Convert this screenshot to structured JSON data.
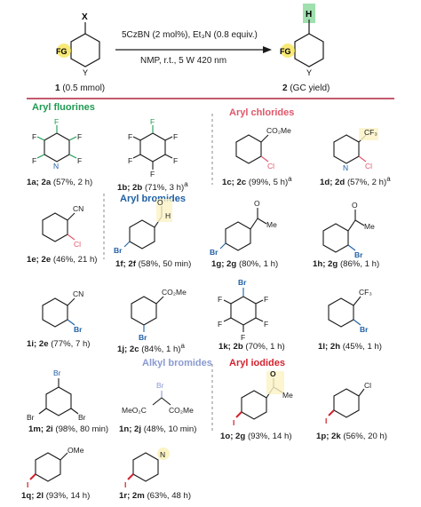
{
  "scheme": {
    "substituent_x": "X",
    "substituent_h": "H",
    "fg": "FG",
    "ring_y": "Y",
    "conditions_top": "5CzBN (2 mol%), Et₃N (0.8 equiv.)",
    "conditions_bottom": "NMP, r.t., 5 W 420 nm",
    "reactant_id": "1",
    "reactant_amount": "(0.5 mmol)",
    "product_id": "2",
    "product_yield": "(GC yield)"
  },
  "sections": {
    "aryl_fluorines": "Aryl fluorines",
    "aryl_chlorides": "Aryl chlorides",
    "aryl_bromides": "Aryl bromides",
    "alkyl_bromides": "Alkyl bromides",
    "aryl_iodides": "Aryl iodides"
  },
  "colors": {
    "fluorine": "#1f9a52",
    "chlorine": "#e0576b",
    "bromine": "#1f5fa3",
    "iodine": "#d4222e",
    "alkyl": "#8a9ad0",
    "highlight": "#fbf3c4",
    "divider": "#b0243e"
  },
  "compounds": {
    "c1a": {
      "id": "1a; 2a",
      "result": "(57%, 2 h)",
      "note": ""
    },
    "c1b": {
      "id": "1b; 2b",
      "result": "(71%, 3 h)",
      "note": "a"
    },
    "c1c": {
      "id": "1c; 2c",
      "result": "(99%, 5 h)",
      "note": "a"
    },
    "c1d": {
      "id": "1d; 2d",
      "result": "(57%, 2 h)",
      "note": "a"
    },
    "c1e": {
      "id": "1e; 2e",
      "result": "(46%, 21 h)",
      "note": ""
    },
    "c1f": {
      "id": "1f; 2f",
      "result": "(58%, 50 min)",
      "note": ""
    },
    "c1g": {
      "id": "1g; 2g",
      "result": "(80%, 1 h)",
      "note": ""
    },
    "c1h": {
      "id": "1h; 2g",
      "result": "(86%, 1 h)",
      "note": ""
    },
    "c1i": {
      "id": "1i; 2e",
      "result": "(77%, 7 h)",
      "note": ""
    },
    "c1j": {
      "id": "1j; 2c",
      "result": "(84%, 1 h)",
      "note": "a"
    },
    "c1k": {
      "id": "1k; 2b",
      "result": "(70%, 1 h)",
      "note": ""
    },
    "c1l": {
      "id": "1l; 2h",
      "result": "(45%, 1 h)",
      "note": ""
    },
    "c1m": {
      "id": "1m; 2i",
      "result": "(98%, 80 min)",
      "note": ""
    },
    "c1n": {
      "id": "1n; 2j",
      "result": "(48%, 10 min)",
      "note": ""
    },
    "c1o": {
      "id": "1o; 2g",
      "result": "(93%, 14 h)",
      "note": ""
    },
    "c1p": {
      "id": "1p; 2k",
      "result": "(56%, 20 h)",
      "note": ""
    },
    "c1q": {
      "id": "1q; 2l",
      "result": "(93%, 14 h)",
      "note": ""
    },
    "c1r": {
      "id": "1r; 2m",
      "result": "(63%, 48 h)",
      "note": ""
    }
  },
  "atoms": {
    "F": "F",
    "Cl": "Cl",
    "Br": "Br",
    "I": "I",
    "N": "N",
    "O": "O",
    "CN": "CN",
    "CO2Me": "CO₂Me",
    "CF3": "CF₃",
    "Me": "Me",
    "H": "H",
    "OMe": "OMe",
    "MeO2C": "MeO₂C"
  }
}
